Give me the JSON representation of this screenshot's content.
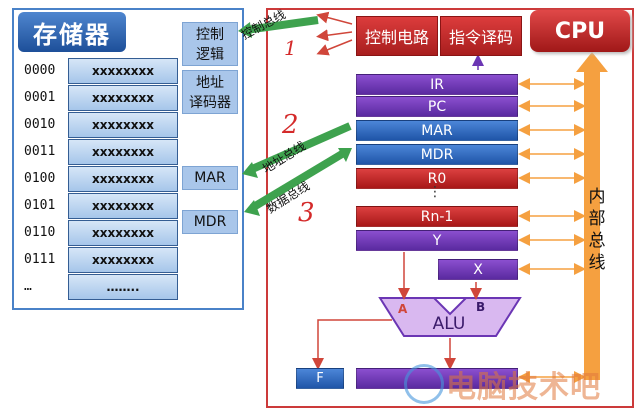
{
  "memory": {
    "title": "存储器",
    "rows": [
      {
        "address": "0000",
        "value": "xxxxxxxx"
      },
      {
        "address": "0001",
        "value": "xxxxxxxx"
      },
      {
        "address": "0010",
        "value": "xxxxxxxx"
      },
      {
        "address": "0011",
        "value": "xxxxxxxx"
      },
      {
        "address": "0100",
        "value": "xxxxxxxx"
      },
      {
        "address": "0101",
        "value": "xxxxxxxx"
      },
      {
        "address": "0110",
        "value": "xxxxxxxx"
      },
      {
        "address": "0111",
        "value": "xxxxxxxx"
      }
    ],
    "ellipsis_address": "…",
    "ellipsis_value": "……..",
    "control_logic_line1": "控制",
    "control_logic_line2": "逻辑",
    "address_decoder_line1": "地址",
    "address_decoder_line2": "译码器",
    "mar": "MAR",
    "mdr": "MDR"
  },
  "cpu": {
    "title": "CPU",
    "control_circuit": "控制电路",
    "instruction_decoder": "指令译码",
    "registers": [
      "IR",
      "PC",
      "MAR",
      "MDR",
      "R0"
    ],
    "ellipsis": "⋮",
    "rn": "Rn-1",
    "y": "Y",
    "x": "X",
    "alu": "ALU",
    "alu_in_a": "A",
    "alu_in_b": "B",
    "flag": "F",
    "internal_bus_label": "内部总线"
  },
  "buses": {
    "control_bus": "控制总线",
    "address_bus": "地址总线",
    "data_bus": "数据总线"
  },
  "annotations": [
    "1",
    "2",
    "3"
  ],
  "watermark": "电脑技术吧",
  "colors": {
    "memory_blue": "#4a82c8",
    "cpu_red": "#cc3a3a",
    "bus_orange": "#f5a040",
    "register_purple": "#6b36b4",
    "register_blue": "#2f66b8",
    "arrow_green": "#3ea24e",
    "arrow_red": "#d0463a"
  }
}
